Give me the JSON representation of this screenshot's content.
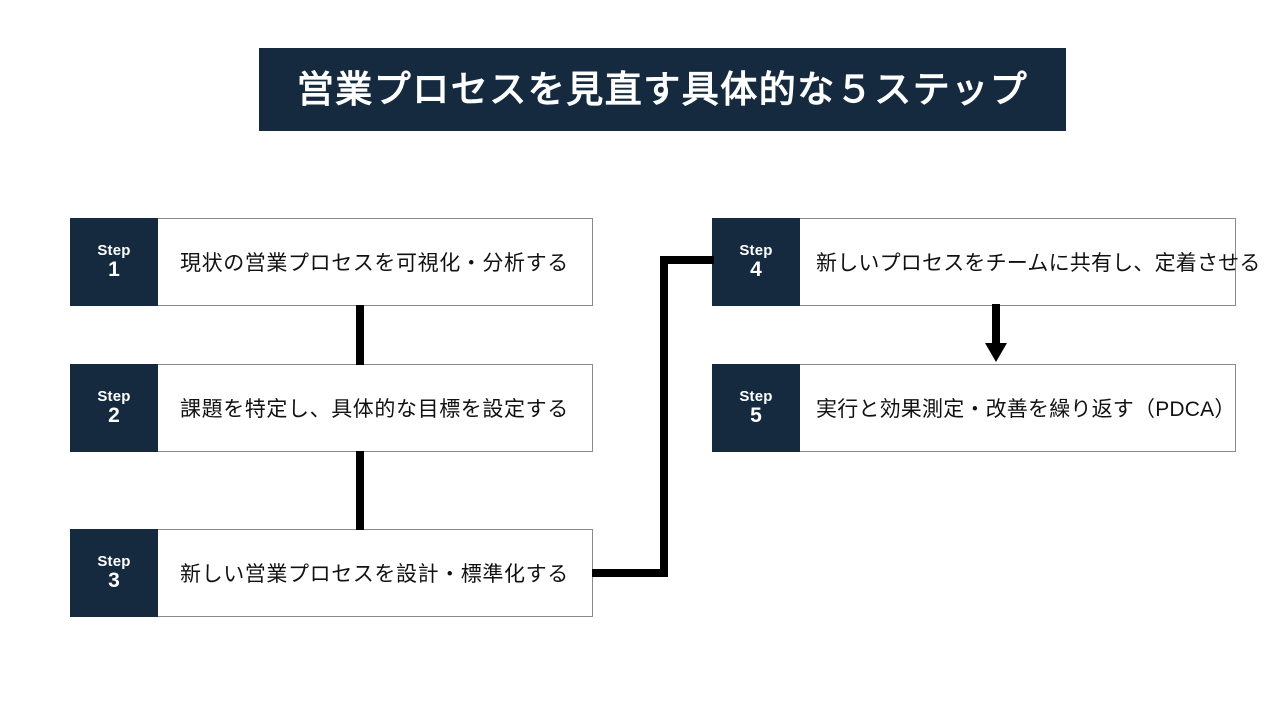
{
  "slide": {
    "title": "営業プロセスを見直す具体的な５ステップ",
    "background_color": "#ffffff",
    "accent_color": "#15293f",
    "connector_color": "#000000",
    "border_color": "#8a8a8a"
  },
  "steps": [
    {
      "badge_label": "Step",
      "number": "1",
      "text": "現状の営業プロセスを可視化・分析する"
    },
    {
      "badge_label": "Step",
      "number": "2",
      "text": "課題を特定し、具体的な目標を設定する"
    },
    {
      "badge_label": "Step",
      "number": "3",
      "text": "新しい営業プロセスを設計・標準化する"
    },
    {
      "badge_label": "Step",
      "number": "4",
      "text": "新しいプロセスをチームに共有し、定着させる"
    },
    {
      "badge_label": "Step",
      "number": "5",
      "text": "実行と効果測定・改善を繰り返す（PDCA）"
    }
  ],
  "connectors": [
    {
      "name": "step-1-to-step-2",
      "style": "line",
      "direction": "down"
    },
    {
      "name": "step-2-to-step-3",
      "style": "line",
      "direction": "down"
    },
    {
      "name": "step-3-to-step-4",
      "style": "elbow",
      "direction": "right-up-right"
    },
    {
      "name": "step-4-to-step-5",
      "style": "arrow",
      "direction": "down"
    }
  ]
}
